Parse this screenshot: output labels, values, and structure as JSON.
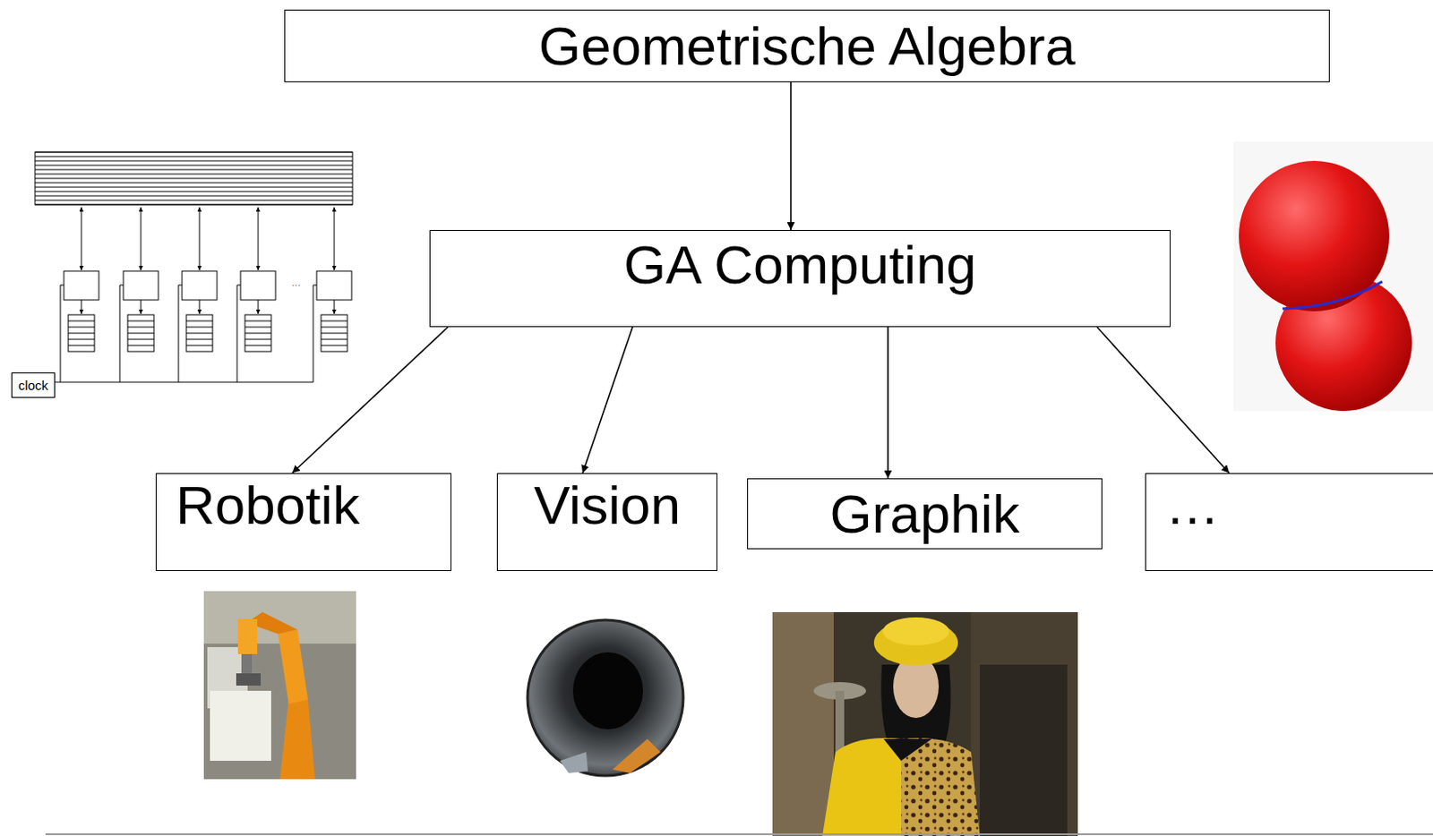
{
  "diagram": {
    "nodes": [
      {
        "text": [
          "Geometrische Algebra"
        ]
      },
      {
        "text": [
          "GA Computing"
        ]
      },
      {
        "text": [
          "clock"
        ]
      },
      {
        "text": [
          "Robotik"
        ]
      },
      {
        "text": [
          "Vision"
        ]
      },
      {
        "text": [
          "Graphik"
        ]
      },
      {
        "text": [
          "…"
        ]
      }
    ],
    "edges": [
      {
        "from": 0,
        "to": 1,
        "arrow": "to"
      },
      {
        "from": 1,
        "to": 3,
        "arrow": "to"
      },
      {
        "from": 1,
        "to": 4,
        "arrow": "to"
      },
      {
        "from": 1,
        "to": 5,
        "arrow": "to"
      },
      {
        "from": 1,
        "to": 6,
        "arrow": "to"
      }
    ],
    "labels": [
      "…"
    ]
  }
}
